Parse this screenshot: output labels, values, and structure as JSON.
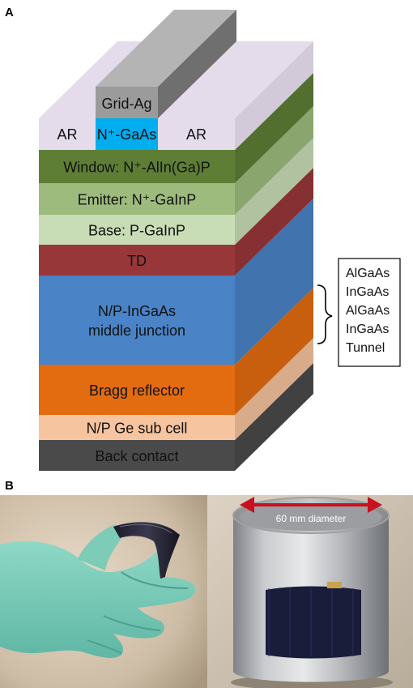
{
  "panel_a": {
    "letter": "A",
    "top_layers": {
      "grid_label": "Grid-Ag",
      "contact_label": "N⁺-GaAs",
      "ar_left": "AR",
      "ar_right": "AR"
    },
    "layers": [
      {
        "id": "window",
        "text": "Window: N⁺-AlIn(Ga)P",
        "color": "#5E7E36"
      },
      {
        "id": "emitter",
        "text": "Emitter: N⁺-GaInP",
        "color": "#9DBB7C"
      },
      {
        "id": "base",
        "text": "Base: P-GaInP",
        "color": "#C8DDB5"
      },
      {
        "id": "td",
        "text": "TD",
        "color": "#98373A"
      },
      {
        "id": "middle",
        "text": [
          "N/P-InGaAs",
          "middle junction"
        ],
        "color": "#4A83C6"
      },
      {
        "id": "bragg",
        "text": "Bragg reflector",
        "color": "#E36C10"
      },
      {
        "id": "ge",
        "text": "N/P Ge sub cell",
        "color": "#F6C49E"
      },
      {
        "id": "back",
        "text": "Back contact",
        "color": "#4A4A4A"
      }
    ],
    "colors": {
      "grid": "#9B9B9B",
      "contact": "#00AEEF",
      "ar": "#E4DCEB"
    },
    "legend_box": [
      "AlGaAs",
      "InGaAs",
      "AlGaAs",
      "InGaAs",
      "Tunnel"
    ]
  },
  "panel_b": {
    "letter": "B",
    "cylinder_label": "60 mm diameter",
    "arrow_color": "#C8101E"
  }
}
